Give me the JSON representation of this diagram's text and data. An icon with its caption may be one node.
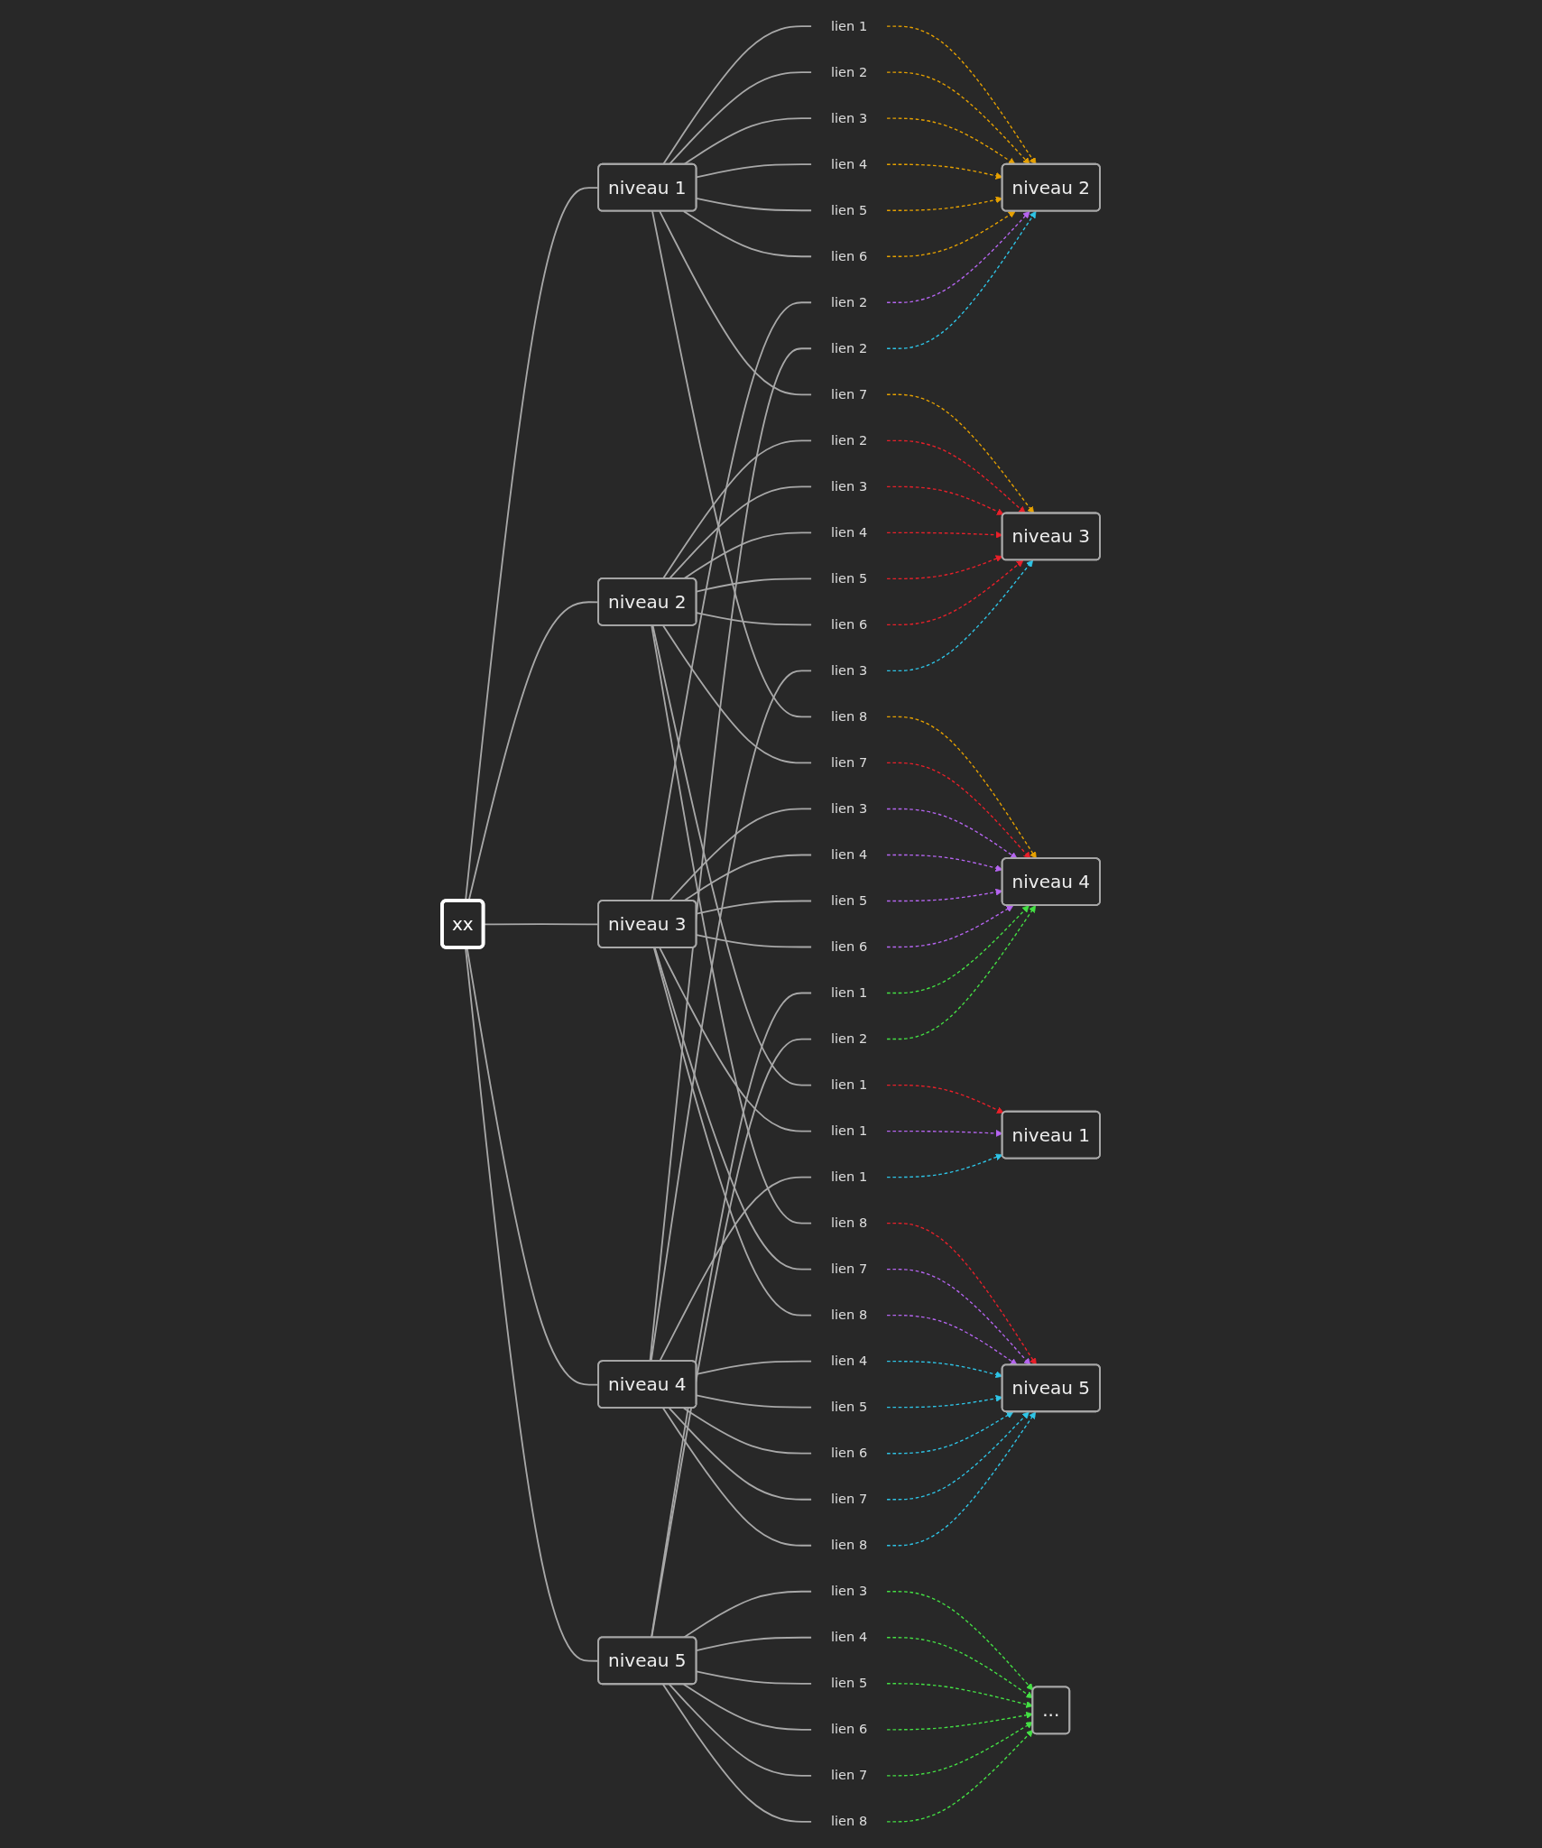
{
  "diagram": {
    "nodes": [
      {
        "text": [
          "xx"
        ]
      },
      {
        "text": [
          "niveau 1"
        ]
      },
      {
        "text": [
          "lien 1"
        ]
      },
      {
        "text": [
          "lien 2"
        ]
      },
      {
        "text": [
          "lien 3"
        ]
      },
      {
        "text": [
          "lien 4"
        ]
      },
      {
        "text": [
          "lien 5"
        ]
      },
      {
        "text": [
          "lien 6"
        ]
      },
      {
        "text": [
          "lien 7"
        ]
      },
      {
        "text": [
          "lien 8"
        ]
      },
      {
        "text": [
          "niveau 2"
        ]
      },
      {
        "text": [
          "lien 1"
        ]
      },
      {
        "text": [
          "lien 2"
        ]
      },
      {
        "text": [
          "lien 3"
        ]
      },
      {
        "text": [
          "lien 4"
        ]
      },
      {
        "text": [
          "lien 5"
        ]
      },
      {
        "text": [
          "lien 6"
        ]
      },
      {
        "text": [
          "lien 7"
        ]
      },
      {
        "text": [
          "lien 8"
        ]
      },
      {
        "text": [
          "niveau 3"
        ]
      },
      {
        "text": [
          "lien 1"
        ]
      },
      {
        "text": [
          "lien 2"
        ]
      },
      {
        "text": [
          "lien 3"
        ]
      },
      {
        "text": [
          "lien 4"
        ]
      },
      {
        "text": [
          "lien 5"
        ]
      },
      {
        "text": [
          "lien 6"
        ]
      },
      {
        "text": [
          "lien 7"
        ]
      },
      {
        "text": [
          "lien 8"
        ]
      },
      {
        "text": [
          "niveau 4"
        ]
      },
      {
        "text": [
          "lien 1"
        ]
      },
      {
        "text": [
          "lien 2"
        ]
      },
      {
        "text": [
          "lien 3"
        ]
      },
      {
        "text": [
          "lien 4"
        ]
      },
      {
        "text": [
          "lien 5"
        ]
      },
      {
        "text": [
          "lien 6"
        ]
      },
      {
        "text": [
          "lien 7"
        ]
      },
      {
        "text": [
          "lien 8"
        ]
      },
      {
        "text": [
          "niveau 5"
        ]
      },
      {
        "text": [
          "lien 1"
        ]
      },
      {
        "text": [
          "lien 2"
        ]
      },
      {
        "text": [
          "lien 3"
        ]
      },
      {
        "text": [
          "lien 4"
        ]
      },
      {
        "text": [
          "lien 5"
        ]
      },
      {
        "text": [
          "lien 6"
        ]
      },
      {
        "text": [
          "lien 7"
        ]
      },
      {
        "text": [
          "lien 8"
        ]
      },
      {
        "text": [
          "niveau 1"
        ]
      },
      {
        "text": [
          "niveau 2"
        ]
      },
      {
        "text": [
          "niveau 3"
        ]
      },
      {
        "text": [
          "niveau 4"
        ]
      },
      {
        "text": [
          "niveau 5"
        ]
      },
      {
        "text": [
          "..."
        ]
      }
    ],
    "edges": [
      {
        "from": 0,
        "to": 1,
        "arrow": "none"
      },
      {
        "from": 1,
        "to": 2,
        "arrow": "none"
      },
      {
        "from": 1,
        "to": 3,
        "arrow": "none"
      },
      {
        "from": 1,
        "to": 4,
        "arrow": "none"
      },
      {
        "from": 1,
        "to": 5,
        "arrow": "none"
      },
      {
        "from": 1,
        "to": 6,
        "arrow": "none"
      },
      {
        "from": 1,
        "to": 7,
        "arrow": "none"
      },
      {
        "from": 1,
        "to": 8,
        "arrow": "none"
      },
      {
        "from": 1,
        "to": 9,
        "arrow": "none"
      },
      {
        "from": 0,
        "to": 10,
        "arrow": "none"
      },
      {
        "from": 10,
        "to": 11,
        "arrow": "none"
      },
      {
        "from": 10,
        "to": 12,
        "arrow": "none"
      },
      {
        "from": 10,
        "to": 13,
        "arrow": "none"
      },
      {
        "from": 10,
        "to": 14,
        "arrow": "none"
      },
      {
        "from": 10,
        "to": 15,
        "arrow": "none"
      },
      {
        "from": 10,
        "to": 16,
        "arrow": "none"
      },
      {
        "from": 10,
        "to": 17,
        "arrow": "none"
      },
      {
        "from": 10,
        "to": 18,
        "arrow": "none"
      },
      {
        "from": 0,
        "to": 19,
        "arrow": "none"
      },
      {
        "from": 19,
        "to": 20,
        "arrow": "none"
      },
      {
        "from": 19,
        "to": 21,
        "arrow": "none"
      },
      {
        "from": 19,
        "to": 22,
        "arrow": "none"
      },
      {
        "from": 19,
        "to": 23,
        "arrow": "none"
      },
      {
        "from": 19,
        "to": 24,
        "arrow": "none"
      },
      {
        "from": 19,
        "to": 25,
        "arrow": "none"
      },
      {
        "from": 19,
        "to": 26,
        "arrow": "none"
      },
      {
        "from": 19,
        "to": 27,
        "arrow": "none"
      },
      {
        "from": 0,
        "to": 28,
        "arrow": "none"
      },
      {
        "from": 28,
        "to": 29,
        "arrow": "none"
      },
      {
        "from": 28,
        "to": 30,
        "arrow": "none"
      },
      {
        "from": 28,
        "to": 31,
        "arrow": "none"
      },
      {
        "from": 28,
        "to": 32,
        "arrow": "none"
      },
      {
        "from": 28,
        "to": 33,
        "arrow": "none"
      },
      {
        "from": 28,
        "to": 34,
        "arrow": "none"
      },
      {
        "from": 28,
        "to": 35,
        "arrow": "none"
      },
      {
        "from": 28,
        "to": 36,
        "arrow": "none"
      },
      {
        "from": 0,
        "to": 37,
        "arrow": "none"
      },
      {
        "from": 37,
        "to": 38,
        "arrow": "none"
      },
      {
        "from": 37,
        "to": 39,
        "arrow": "none"
      },
      {
        "from": 37,
        "to": 40,
        "arrow": "none"
      },
      {
        "from": 37,
        "to": 41,
        "arrow": "none"
      },
      {
        "from": 37,
        "to": 42,
        "arrow": "none"
      },
      {
        "from": 37,
        "to": 43,
        "arrow": "none"
      },
      {
        "from": 37,
        "to": 44,
        "arrow": "none"
      },
      {
        "from": 37,
        "to": 45,
        "arrow": "none"
      },
      {
        "from": 2,
        "to": 47,
        "arrow": "to",
        "style": "dashed",
        "color": "#e6a100"
      },
      {
        "from": 3,
        "to": 47,
        "arrow": "to",
        "style": "dashed",
        "color": "#e6a100"
      },
      {
        "from": 4,
        "to": 47,
        "arrow": "to",
        "style": "dashed",
        "color": "#e6a100"
      },
      {
        "from": 5,
        "to": 47,
        "arrow": "to",
        "style": "dashed",
        "color": "#e6a100"
      },
      {
        "from": 6,
        "to": 47,
        "arrow": "to",
        "style": "dashed",
        "color": "#e6a100"
      },
      {
        "from": 7,
        "to": 47,
        "arrow": "to",
        "style": "dashed",
        "color": "#e6a100"
      },
      {
        "from": 8,
        "to": 48,
        "arrow": "to",
        "style": "dashed",
        "color": "#e6a100"
      },
      {
        "from": 9,
        "to": 49,
        "arrow": "to",
        "style": "dashed",
        "color": "#e6a100"
      },
      {
        "from": 11,
        "to": 46,
        "arrow": "to",
        "style": "dashed",
        "color": "#e8202a"
      },
      {
        "from": 12,
        "to": 48,
        "arrow": "to",
        "style": "dashed",
        "color": "#e8202a"
      },
      {
        "from": 13,
        "to": 48,
        "arrow": "to",
        "style": "dashed",
        "color": "#e8202a"
      },
      {
        "from": 14,
        "to": 48,
        "arrow": "to",
        "style": "dashed",
        "color": "#e8202a"
      },
      {
        "from": 15,
        "to": 48,
        "arrow": "to",
        "style": "dashed",
        "color": "#e8202a"
      },
      {
        "from": 16,
        "to": 48,
        "arrow": "to",
        "style": "dashed",
        "color": "#e8202a"
      },
      {
        "from": 17,
        "to": 49,
        "arrow": "to",
        "style": "dashed",
        "color": "#e8202a"
      },
      {
        "from": 18,
        "to": 50,
        "arrow": "to",
        "style": "dashed",
        "color": "#e8202a"
      },
      {
        "from": 20,
        "to": 46,
        "arrow": "to",
        "style": "dashed",
        "color": "#b565f0"
      },
      {
        "from": 21,
        "to": 47,
        "arrow": "to",
        "style": "dashed",
        "color": "#b565f0"
      },
      {
        "from": 22,
        "to": 49,
        "arrow": "to",
        "style": "dashed",
        "color": "#b565f0"
      },
      {
        "from": 23,
        "to": 49,
        "arrow": "to",
        "style": "dashed",
        "color": "#b565f0"
      },
      {
        "from": 24,
        "to": 49,
        "arrow": "to",
        "style": "dashed",
        "color": "#b565f0"
      },
      {
        "from": 25,
        "to": 49,
        "arrow": "to",
        "style": "dashed",
        "color": "#b565f0"
      },
      {
        "from": 26,
        "to": 50,
        "arrow": "to",
        "style": "dashed",
        "color": "#b565f0"
      },
      {
        "from": 27,
        "to": 50,
        "arrow": "to",
        "style": "dashed",
        "color": "#b565f0"
      },
      {
        "from": 29,
        "to": 46,
        "arrow": "to",
        "style": "dashed",
        "color": "#2ec4e6"
      },
      {
        "from": 30,
        "to": 47,
        "arrow": "to",
        "style": "dashed",
        "color": "#2ec4e6"
      },
      {
        "from": 31,
        "to": 48,
        "arrow": "to",
        "style": "dashed",
        "color": "#2ec4e6"
      },
      {
        "from": 32,
        "to": 50,
        "arrow": "to",
        "style": "dashed",
        "color": "#2ec4e6"
      },
      {
        "from": 33,
        "to": 50,
        "arrow": "to",
        "style": "dashed",
        "color": "#2ec4e6"
      },
      {
        "from": 34,
        "to": 50,
        "arrow": "to",
        "style": "dashed",
        "color": "#2ec4e6"
      },
      {
        "from": 35,
        "to": 50,
        "arrow": "to",
        "style": "dashed",
        "color": "#2ec4e6"
      },
      {
        "from": 36,
        "to": 50,
        "arrow": "to",
        "style": "dashed",
        "color": "#2ec4e6"
      },
      {
        "from": 38,
        "to": 49,
        "arrow": "to",
        "style": "dashed",
        "color": "#44e044"
      },
      {
        "from": 39,
        "to": 49,
        "arrow": "to",
        "style": "dashed",
        "color": "#44e044"
      },
      {
        "from": 40,
        "to": 51,
        "arrow": "to",
        "style": "dashed",
        "color": "#44e044"
      },
      {
        "from": 41,
        "to": 51,
        "arrow": "to",
        "style": "dashed",
        "color": "#44e044"
      },
      {
        "from": 42,
        "to": 51,
        "arrow": "to",
        "style": "dashed",
        "color": "#44e044"
      },
      {
        "from": 43,
        "to": 51,
        "arrow": "to",
        "style": "dashed",
        "color": "#44e044"
      },
      {
        "from": 44,
        "to": 51,
        "arrow": "to",
        "style": "dashed",
        "color": "#44e044"
      },
      {
        "from": 45,
        "to": 51,
        "arrow": "to",
        "style": "dashed",
        "color": "#44e044"
      }
    ]
  }
}
